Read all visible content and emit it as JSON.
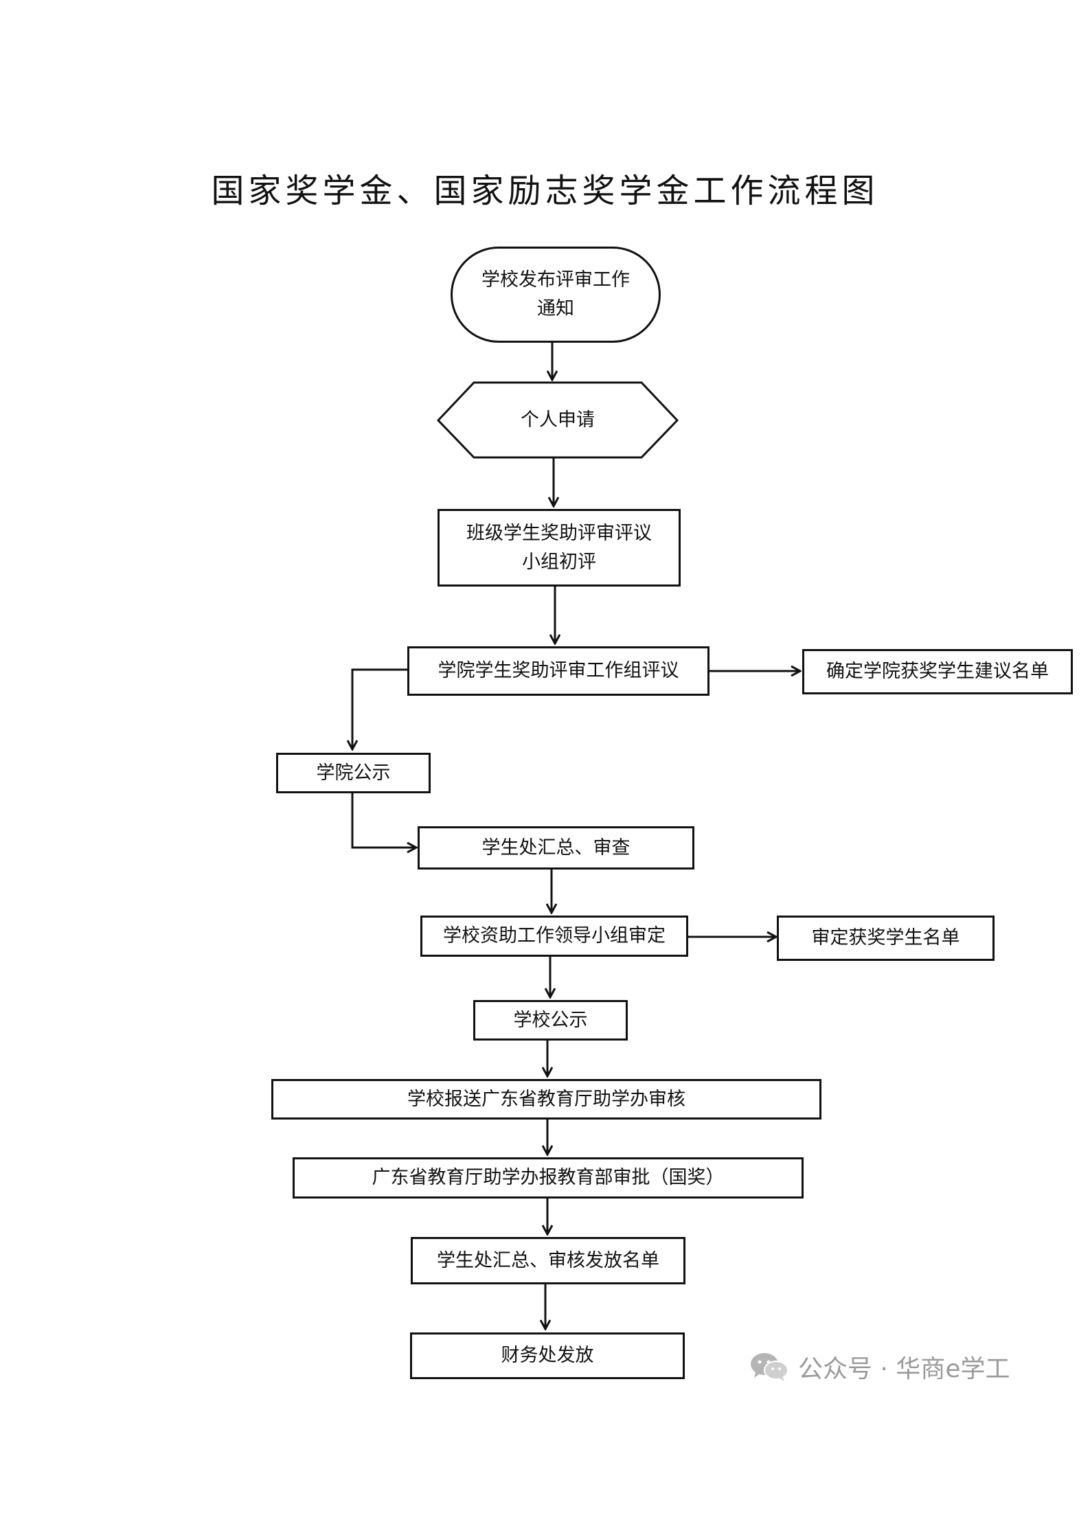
{
  "title": "国家奖学金、国家励志奖学金工作流程图",
  "nodes": {
    "start": "学校发布评审工作\n通知",
    "apply": "个人申请",
    "class_review": "班级学生奖助评审评议\n小组初评",
    "college_review": "学院学生奖助评审工作组评议",
    "college_list": "确定学院获奖学生建议名单",
    "college_notice": "学院公示",
    "office_review": "学生处汇总、审查",
    "leader_review": "学校资助工作领导小组审定",
    "final_list": "审定获奖学生名单",
    "school_notice": "学校公示",
    "report_province": "学校报送广东省教育厅助学办审核",
    "report_ministry": "广东省教育厅助学办报教育部审批（国奖）",
    "release_list": "学生处汇总、审核发放名单",
    "finance": "财务处发放"
  },
  "watermark": {
    "icon": "wechat-icon",
    "text": "公众号 · 华商e学工"
  }
}
